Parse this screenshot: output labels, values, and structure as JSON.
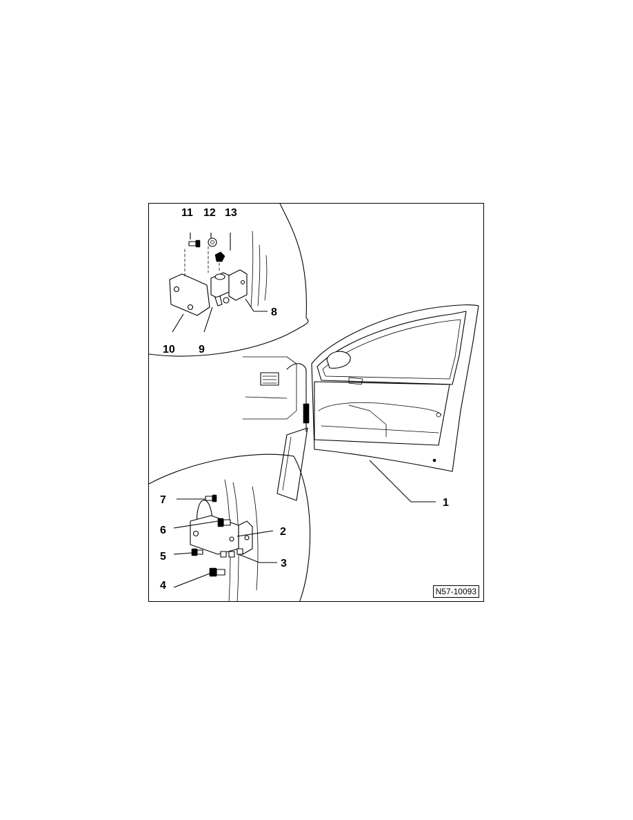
{
  "diagram": {
    "reference_code": "N57-10093",
    "callouts": {
      "c1": "1",
      "c2": "2",
      "c3": "3",
      "c4": "4",
      "c5": "5",
      "c6": "6",
      "c7": "7",
      "c8": "8",
      "c9": "9",
      "c10": "10",
      "c11": "11",
      "c12": "12",
      "c13": "13"
    }
  }
}
